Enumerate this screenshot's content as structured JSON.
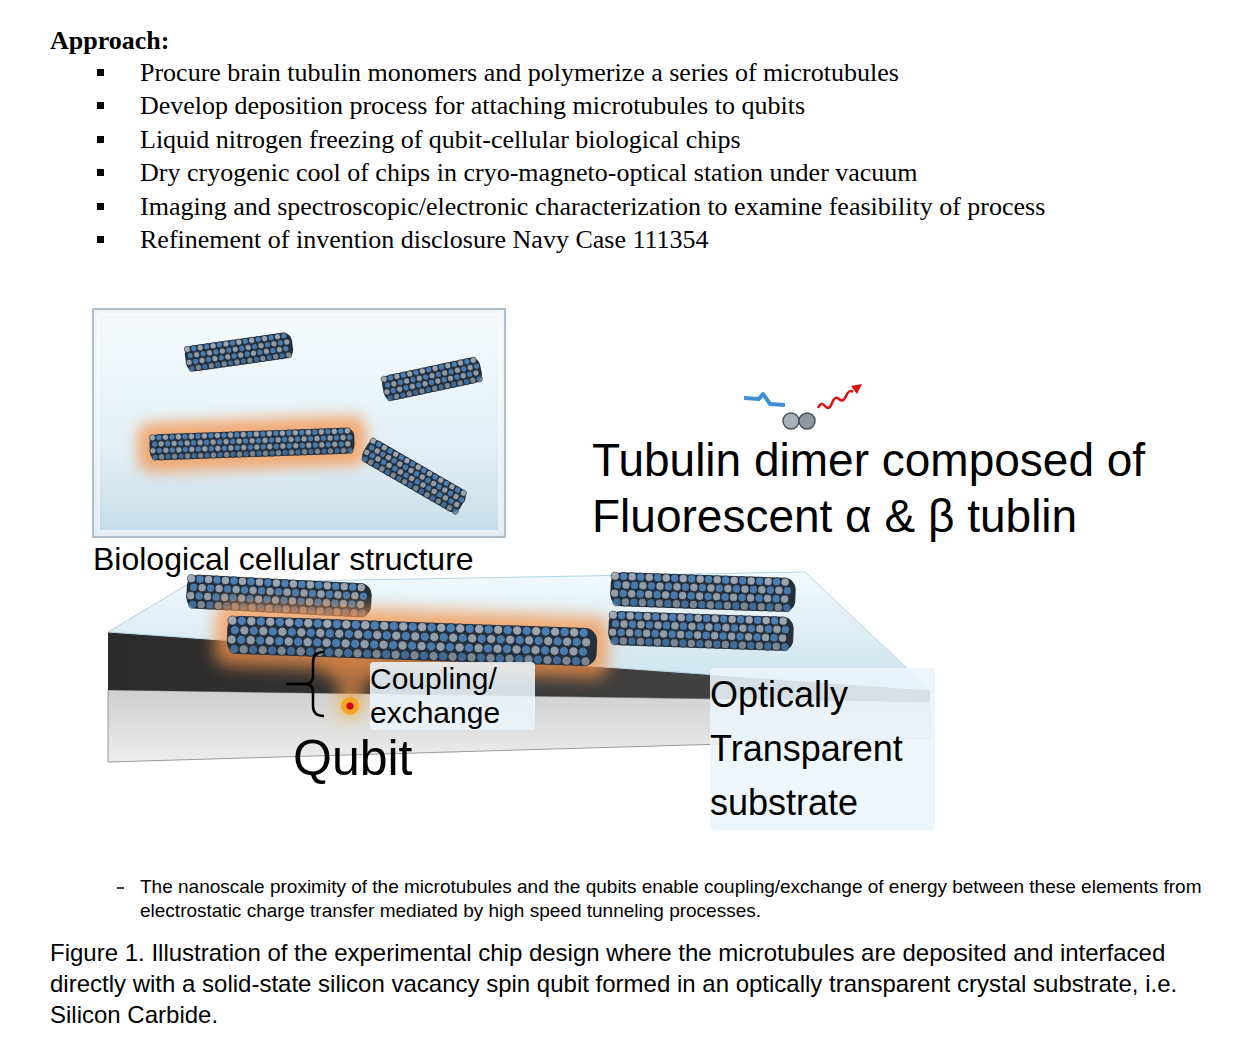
{
  "diagram": {
    "title": "Approach:",
    "caption": "Figure 1. Illustration of the experimental chip design where the microtubules are deposited and interfaced directly with a solid-state silicon vacancy spin qubit formed in an optically transparent crystal substrate, i.e. Silicon Carbide.",
    "nodes": [
      {
        "text": [
          "Biological cellular structure"
        ]
      }
    ],
    "labels": [
      "Procure brain tubulin monomers and polymerize a series of microtubules",
      "Develop deposition process for attaching microtubules to qubits",
      "Liquid nitrogen freezing of qubit-cellular biological chips",
      "Dry cryogenic cool of chips in cryo-magneto-optical station under vacuum",
      "Imaging and spectroscopic/electronic characterization to examine feasibility of process",
      "Refinement of invention disclosure Navy Case 111354",
      "Tubulin dimer composed of Fluorescent α & β tublin",
      "Coupling/ exchange",
      "Qubit",
      "Optically Transparent substrate",
      "The nanoscale proximity of the microtubules and the qubits enable coupling/exchange of energy between these elements from electrostatic charge transfer mediated by high speed tunneling processes."
    ]
  }
}
